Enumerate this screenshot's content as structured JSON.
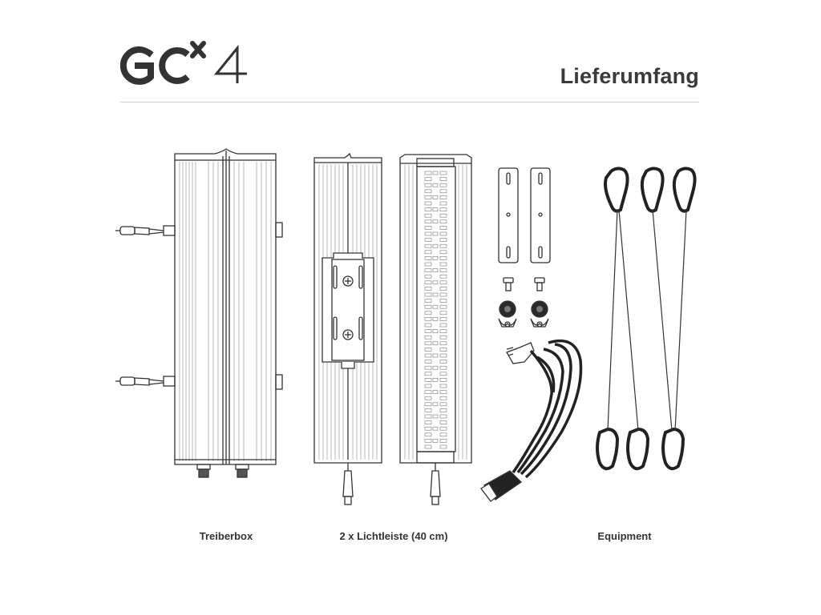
{
  "header": {
    "logo_text": "GC x 4",
    "title": "Lieferumfang"
  },
  "captions": {
    "driver_box": "Treiberbox",
    "light_bars": "2 x Lichtleiste (40 cm)",
    "equipment": "Equipment"
  },
  "colors": {
    "line": "#333333",
    "rule": "#cfcfcf",
    "text": "#333333"
  },
  "icons": [
    "driver-box-icon",
    "light-bar-back-icon",
    "light-bar-front-icon",
    "mounting-plate-icon",
    "screw-icon",
    "wing-nut-icon",
    "power-cable-icon",
    "hanger-carabiner-icon"
  ]
}
